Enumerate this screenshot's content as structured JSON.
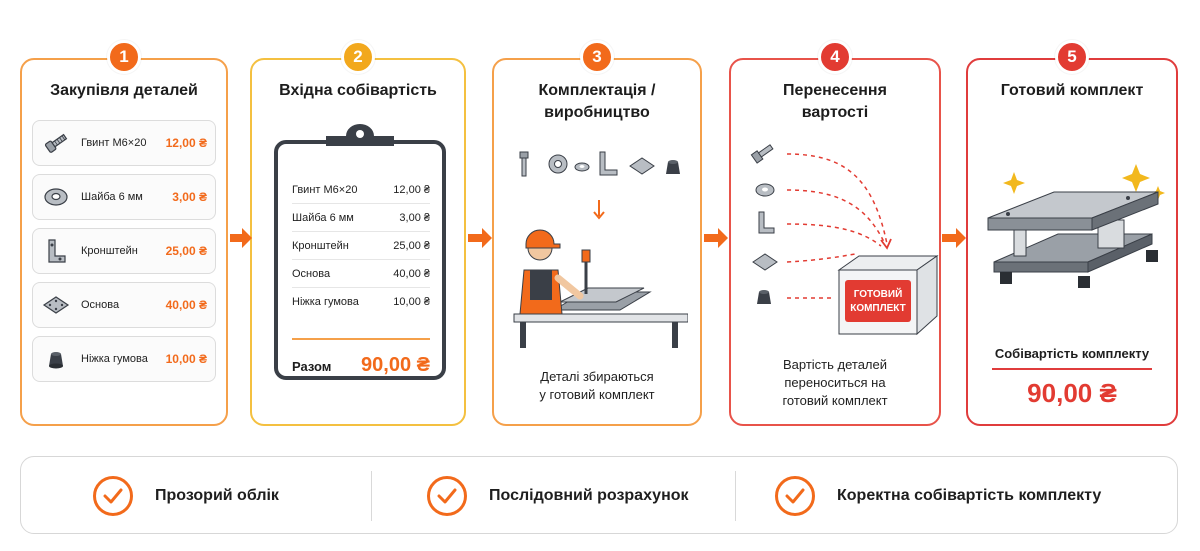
{
  "steps": [
    {
      "number": "1",
      "title": "Закупівля деталей"
    },
    {
      "number": "2",
      "title": "Вхідна собівартість"
    },
    {
      "number": "3",
      "title": "Комплектація / виробництво",
      "caption_line1": "Деталі збираються",
      "caption_line2": "у готовий комплект"
    },
    {
      "number": "4",
      "title_line1": "Перенесення",
      "title_line2": "вартості",
      "box_label_line1": "ГОТОВИЙ",
      "box_label_line2": "КОМПЛЕКТ",
      "caption_line1": "Вартість деталей",
      "caption_line2": "переноситься на",
      "caption_line3": "готовий комплект"
    },
    {
      "number": "5",
      "title": "Готовий комплект",
      "subtitle": "Собівартість комплекту",
      "value": "90,00 ₴"
    }
  ],
  "parts": [
    {
      "name": "Гвинт М6×20",
      "price": "12,00 ₴",
      "icon": "screw-icon"
    },
    {
      "name": "Шайба 6 мм",
      "price": "3,00 ₴",
      "icon": "washer-icon"
    },
    {
      "name": "Кронштейн",
      "price": "25,00 ₴",
      "icon": "bracket-icon"
    },
    {
      "name": "Основа",
      "price": "40,00 ₴",
      "icon": "base-plate-icon"
    },
    {
      "name": "Ніжка гумова",
      "price": "10,00 ₴",
      "icon": "rubber-foot-icon"
    }
  ],
  "clipboard": {
    "rows": [
      {
        "name": "Гвинт М6×20",
        "price": "12,00 ₴"
      },
      {
        "name": "Шайба 6 мм",
        "price": "3,00 ₴"
      },
      {
        "name": "Кронштейн",
        "price": "25,00 ₴"
      },
      {
        "name": "Основа",
        "price": "40,00 ₴"
      },
      {
        "name": "Ніжка гумова",
        "price": "10,00 ₴"
      }
    ],
    "total_label": "Разом",
    "total_value": "90,00 ₴"
  },
  "benefits": [
    {
      "label": "Прозорий облік"
    },
    {
      "label": "Послідовний розрахунок"
    },
    {
      "label": "Коректна собівартість комплекту"
    }
  ],
  "colors": {
    "orange": "#f26a1b",
    "yellow": "#f2a81d",
    "red": "#e23b32",
    "dark": "#3a3f47"
  }
}
